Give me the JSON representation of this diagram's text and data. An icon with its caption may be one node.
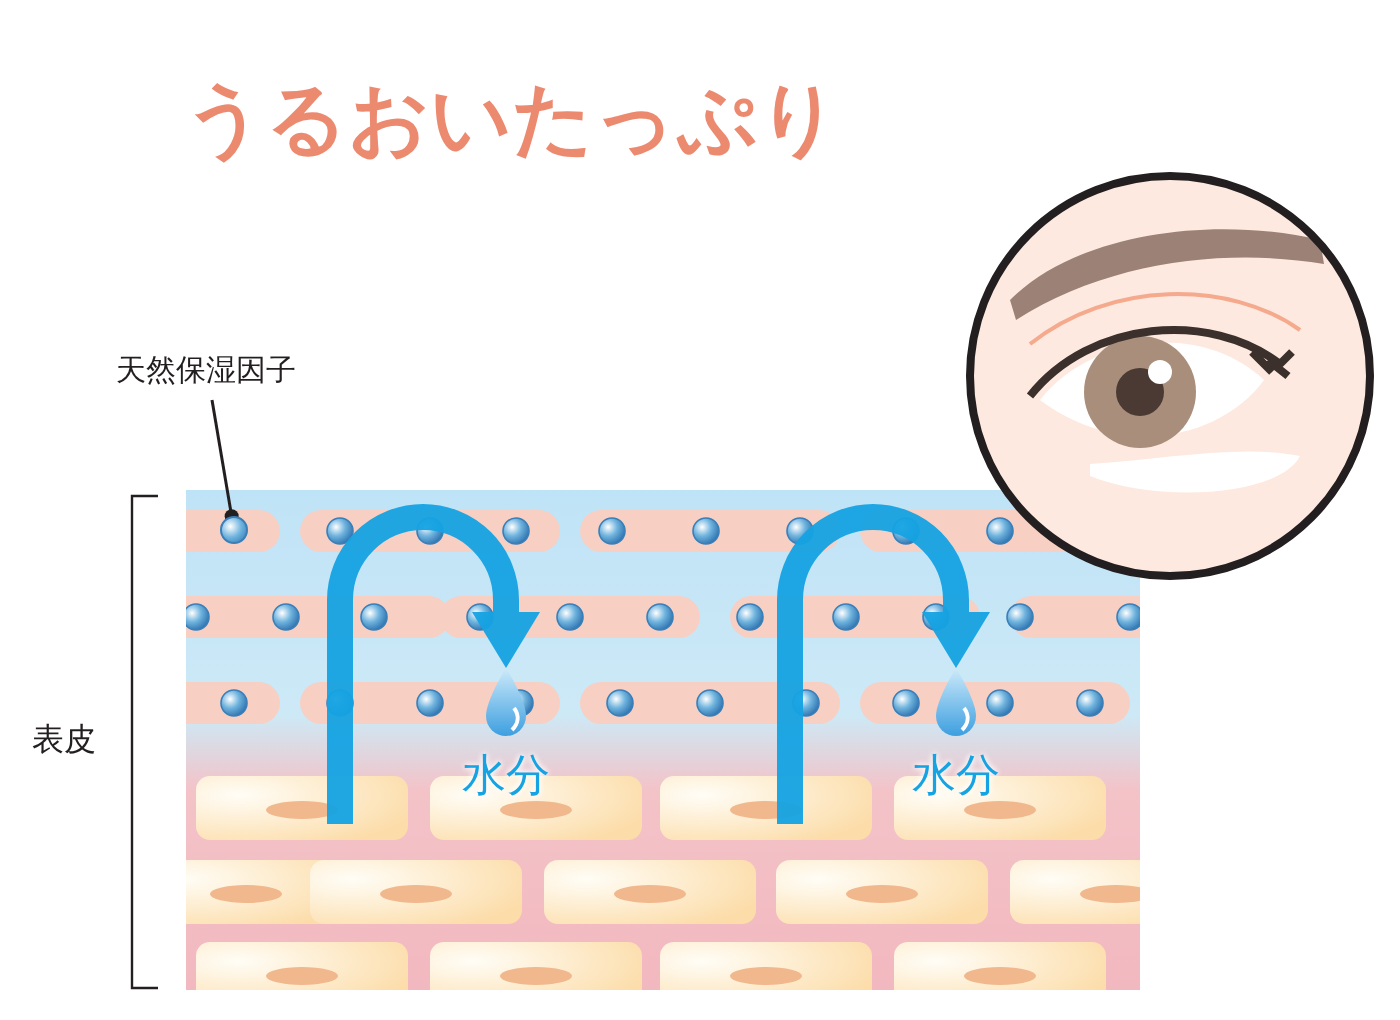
{
  "diagram": {
    "title": "うるおいたっぷり",
    "nodes": [
      {
        "text": [
          "天然保湿因子"
        ]
      },
      {
        "text": [],
        "shape": "circle"
      },
      {
        "text": [
          "水分"
        ]
      },
      {
        "text": [
          "水分"
        ]
      }
    ],
    "edges": [
      {
        "from": 0,
        "to": 1,
        "arrow": "other",
        "color": "#231f20"
      },
      {
        "from": null,
        "to": 2,
        "arrow": "to"
      },
      {
        "from": null,
        "to": 3,
        "arrow": "to"
      }
    ],
    "labels": [
      "表皮"
    ]
  }
}
